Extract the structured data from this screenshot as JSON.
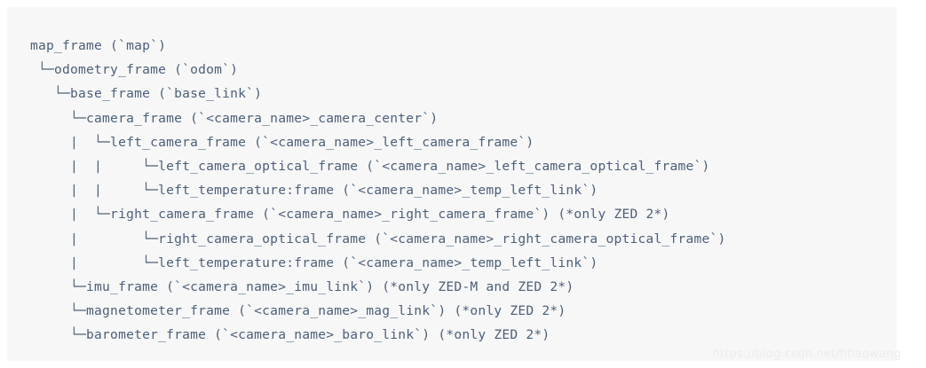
{
  "document": {
    "type": "code-block",
    "language": "text",
    "description": "ROS TF frame tree for ZED camera",
    "colors": {
      "page_background": "#ffffff",
      "code_background": "#f7f7f8",
      "code_text": "#4c6078",
      "watermark_text": "#ececee"
    },
    "lines": [
      "map_frame (`map`)",
      " └─odometry_frame (`odom`)",
      "   └─base_frame (`base_link`)",
      "     └─camera_frame (`<camera_name>_camera_center`)",
      "     |  └─left_camera_frame (`<camera_name>_left_camera_frame`)",
      "     |  |     └─left_camera_optical_frame (`<camera_name>_left_camera_optical_frame`)",
      "     |  |     └─left_temperature:frame (`<camera_name>_temp_left_link`)",
      "     |  └─right_camera_frame (`<camera_name>_right_camera_frame`) (*only ZED 2*)",
      "     |        └─right_camera_optical_frame (`<camera_name>_right_camera_optical_frame`)",
      "     |        └─left_temperature:frame (`<camera_name>_temp_left_link`)",
      "     └─imu_frame (`<camera_name>_imu_link`) (*only ZED-M and ZED 2*)",
      "     └─magnetometer_frame (`<camera_name>_mag_link`) (*only ZED 2*)",
      "     └─barometer_frame (`<camera_name>_baro_link`) (*only ZED 2*)"
    ]
  },
  "watermark": {
    "text": "https://blog.csdn.net/hhaowang"
  }
}
